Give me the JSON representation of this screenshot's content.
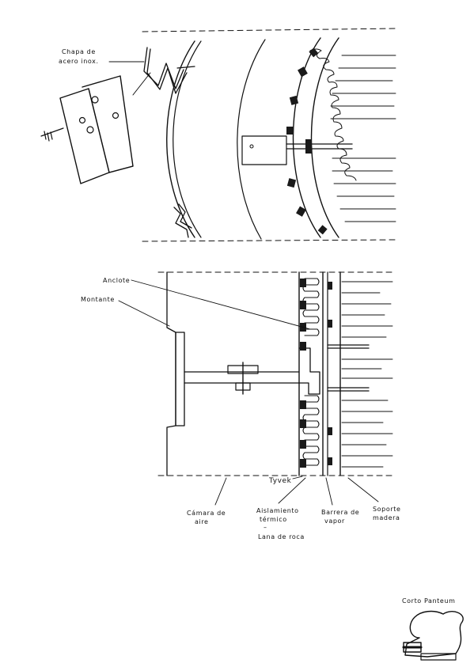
{
  "colors": {
    "ink": "#111111",
    "paper": "#ffffff",
    "hatch_fill": "#1a1a1a"
  },
  "top_detail": {
    "label_plate": [
      "Chapa de",
      "acero inox."
    ]
  },
  "bottom_detail": {
    "label_anchor": "Anclote",
    "label_mullion": "Montante",
    "label_tyvek": "Tyvek",
    "label_air": [
      "Cámara de",
      "aire"
    ],
    "label_insulation": [
      "Aislamiento",
      "térmico",
      "–",
      "Lana de roca"
    ],
    "label_vapor": [
      "Barrera de",
      "vapor"
    ],
    "label_support": [
      "Soporte",
      "madera"
    ]
  },
  "location_map": {
    "label": "Corto Panteum"
  }
}
